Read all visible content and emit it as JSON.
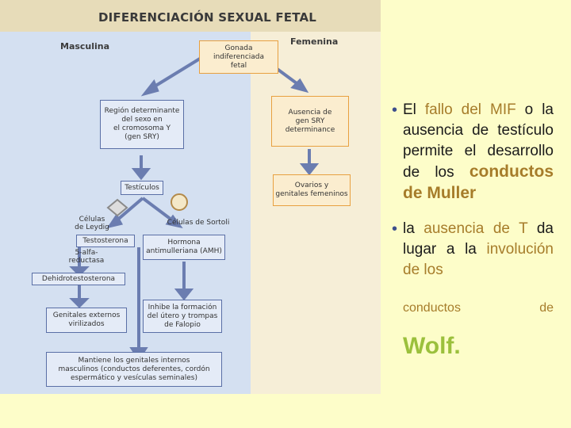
{
  "figure": {
    "title": "DIFERENCIACIÓN SEXUAL FETAL",
    "left_header": "Masculina",
    "right_header": "Femenina",
    "gonada": "Gonada\nindiferenciada\nfetal",
    "region_sry": "Región determinante\ndel sexo en\nel cromosoma Y\n(gen SRY)",
    "ausencia_sry": "Ausencia de\ngen SRY\ndeterminance",
    "testiculos": "Testículos",
    "ovarios": "Ovarios y\ngenitales femeninos",
    "leydig": "Células\nde Leydig",
    "sertoli": "Células de Sortoli",
    "testosterona": "Testosterona",
    "hormona": "Hormona\nantimulleriana (AMH)",
    "reductasa": "5-alfa-\nreductasa",
    "dht": "Dehidrotestosterona",
    "genitales_ext": "Genitales externos\nvirilizados",
    "inhibe": "Inhibe la formación\ndel útero y trompas\nde Falopio",
    "mantiene": "Mantiene los genitales internos\nmasculinos (conductos deferentes, cordón\nespermático y vesículas seminales)"
  },
  "bullets": {
    "b1_p1": "El ",
    "b1_hl": "fallo del MIF",
    "b1_p2": " o la ausencia de testículo permite el desarrollo de los ",
    "b1_big": "conductos de Muller",
    "b2_p1": "la ",
    "b2_hl1": "ausencia de T",
    "b2_p2": " da lugar a la ",
    "b2_hl2": "involución de los",
    "b2_small_a": "conductos",
    "b2_small_b": "de",
    "b2_green": "Wolf."
  },
  "colors": {
    "background": "#fdfdc9",
    "bullet": "#3d4f8c",
    "highlight": "#a67c2a",
    "green": "#9bc03c"
  }
}
